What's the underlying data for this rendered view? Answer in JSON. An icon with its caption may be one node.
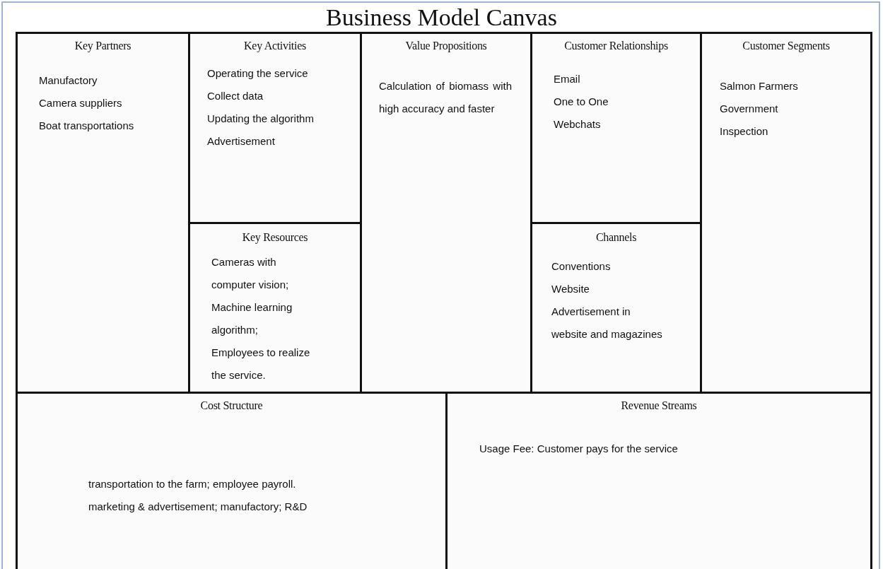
{
  "diagram": {
    "title": "Business Model Canvas",
    "nodes": [
      {
        "text": [
          "Key Partners",
          "Manufactory",
          "Camera suppliers",
          "Boat transportations"
        ]
      },
      {
        "text": [
          "Key Activities",
          "Operating the service",
          "Collect data",
          "Updating the algorithm",
          "Advertisement"
        ]
      },
      {
        "text": [
          "Key Resources",
          "Cameras with computer vision;",
          "Machine learning algorithm;",
          "Employees to realize the service."
        ]
      },
      {
        "text": [
          "Value Propositions",
          "Calculation of biomass with high accuracy and faster"
        ]
      },
      {
        "text": [
          "Customer Relationships",
          "Email",
          "One to One",
          "Webchats"
        ]
      },
      {
        "text": [
          "Channels",
          "Conventions",
          "Website",
          "Advertisement in website and magazines"
        ]
      },
      {
        "text": [
          "Customer Segments",
          "Salmon Farmers",
          "Government",
          "Inspection"
        ]
      },
      {
        "text": [
          "Cost Structure",
          "transportation to the farm; employee payroll.",
          "marketing & advertisement; manufactory; R&D"
        ]
      },
      {
        "text": [
          "Revenue Streams",
          "Usage Fee: Customer pays for the service"
        ]
      }
    ]
  }
}
